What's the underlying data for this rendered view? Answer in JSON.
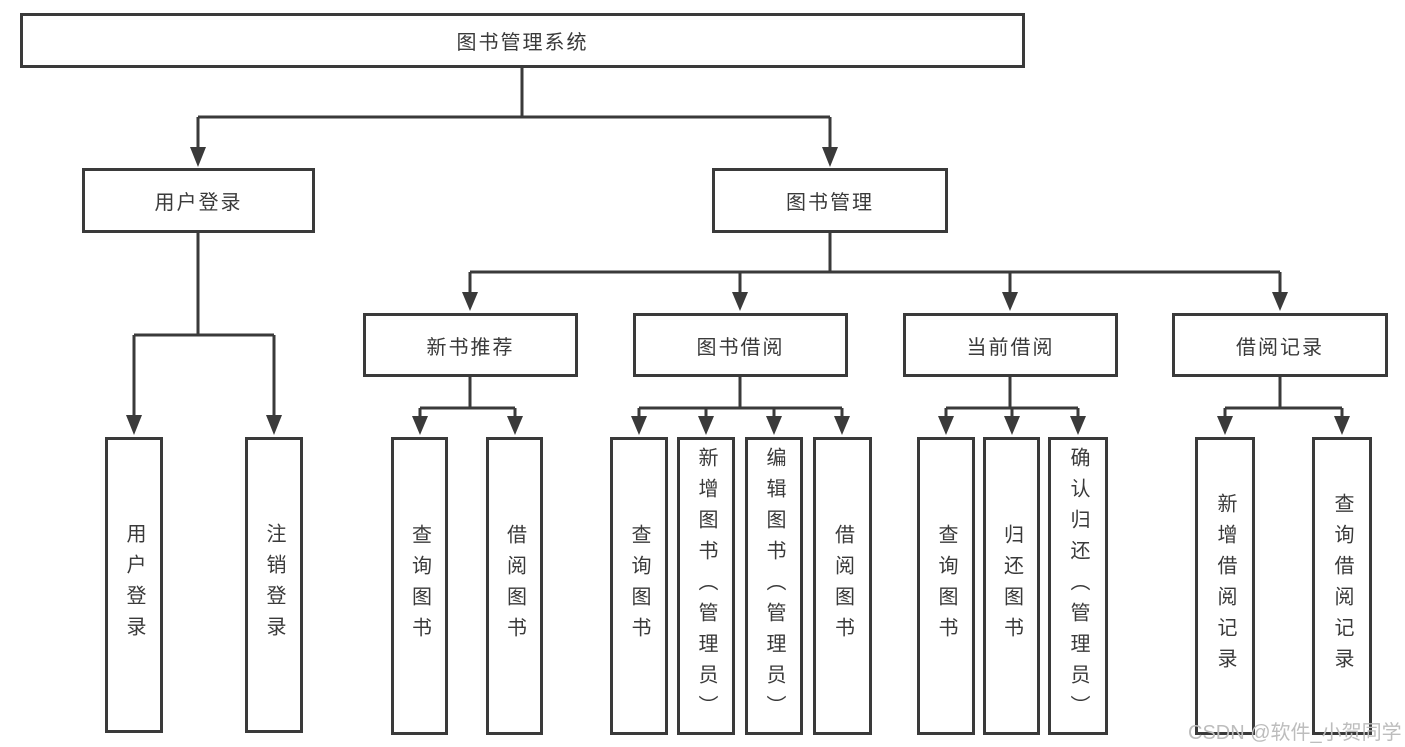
{
  "tree": {
    "root": {
      "label": "图书管理系统",
      "children": [
        {
          "label": "用户登录",
          "children": [
            {
              "label": "用户登录"
            },
            {
              "label": "注销登录"
            }
          ]
        },
        {
          "label": "图书管理",
          "children": [
            {
              "label": "新书推荐",
              "children": [
                {
                  "label": "查询图书"
                },
                {
                  "label": "借阅图书"
                }
              ]
            },
            {
              "label": "图书借阅",
              "children": [
                {
                  "label": "查询图书"
                },
                {
                  "label": "新增图书（管理员）"
                },
                {
                  "label": "编辑图书（管理员）"
                },
                {
                  "label": "借阅图书"
                }
              ]
            },
            {
              "label": "当前借阅",
              "children": [
                {
                  "label": "查询图书"
                },
                {
                  "label": "归还图书"
                },
                {
                  "label": "确认归还（管理员）"
                }
              ]
            },
            {
              "label": "借阅记录",
              "children": [
                {
                  "label": "新增借阅记录"
                },
                {
                  "label": "查询借阅记录"
                }
              ]
            }
          ]
        }
      ]
    }
  },
  "watermark": {
    "text": "CSDN @软件_小贺同学"
  },
  "colors": {
    "line": "#3a3a3a",
    "text": "#3a3a3a",
    "background": "#ffffff",
    "watermark": "#bdbdbd"
  }
}
